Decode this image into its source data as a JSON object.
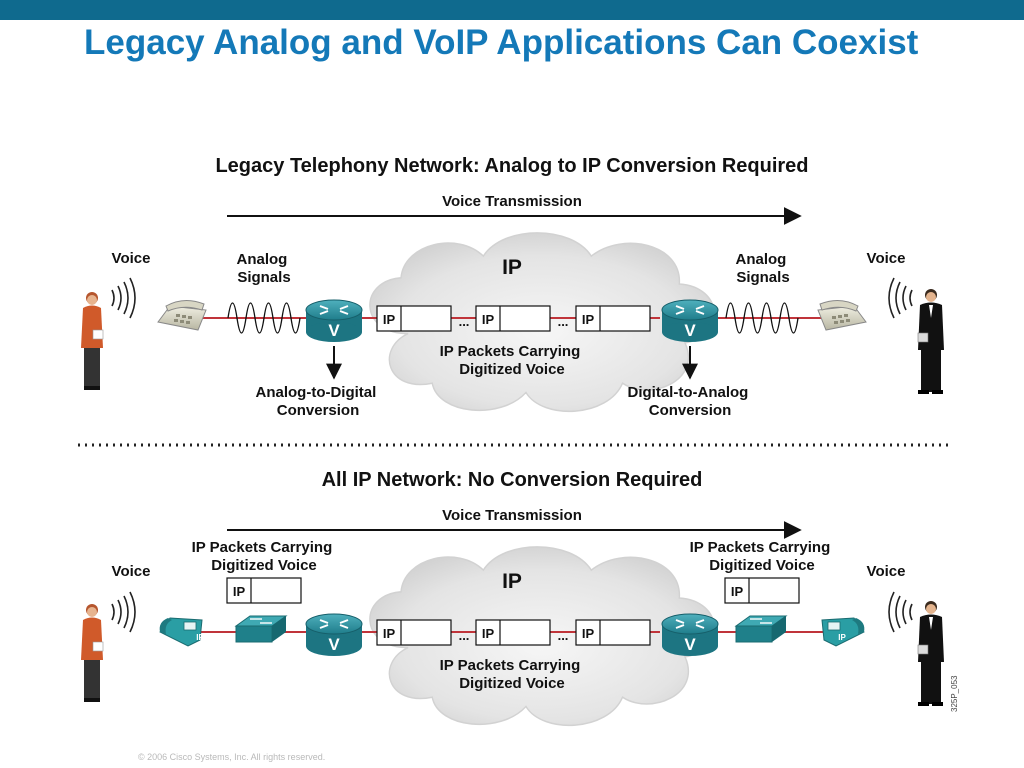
{
  "slide": {
    "title": "Legacy Analog and VoIP Applications Can Coexist",
    "footer": "© 2006 Cisco Systems, Inc. All rights reserved.",
    "figure_id": "325P_053"
  },
  "colors": {
    "top_bar": "#0f6a8e",
    "title": "#1479b8",
    "router": "#2b8c9a",
    "link": "#c0343a",
    "cloud": "#e6e6e6"
  },
  "panels": [
    {
      "heading": "Legacy Telephony Network: Analog to IP Conversion Required",
      "transmission_label": "Voice Transmission",
      "cloud_label": "IP",
      "voice_left": "Voice",
      "voice_right": "Voice",
      "signals_left": [
        "Analog",
        "Signals"
      ],
      "signals_right": [
        "Analog",
        "Signals"
      ],
      "packet_tag": "IP",
      "ellipsis": "...",
      "packets_caption": [
        "IP Packets Carrying",
        "Digitized Voice"
      ],
      "conversion_left": [
        "Analog-to-Digital",
        "Conversion"
      ],
      "conversion_right": [
        "Digital-to-Analog",
        "Conversion"
      ],
      "router_letter": "V",
      "icons": [
        "woman-icon",
        "sound-waves-icon",
        "analog-phone-icon",
        "voice-router-icon",
        "ip-cloud-icon",
        "man-icon"
      ]
    },
    {
      "heading": "All IP Network: No Conversion Required",
      "transmission_label": "Voice Transmission",
      "cloud_label": "IP",
      "voice_left": "Voice",
      "voice_right": "Voice",
      "edge_packets_left": [
        "IP Packets Carrying",
        "Digitized Voice"
      ],
      "edge_packets_right": [
        "IP Packets Carrying",
        "Digitized Voice"
      ],
      "packet_tag": "IP",
      "ellipsis": "...",
      "packets_caption": [
        "IP Packets Carrying",
        "Digitized Voice"
      ],
      "ip_phone_tag": "IP",
      "router_letter": "V",
      "icons": [
        "woman-icon",
        "sound-waves-icon",
        "ip-phone-icon",
        "switch-icon",
        "voice-router-icon",
        "ip-cloud-icon",
        "man-icon"
      ]
    }
  ]
}
